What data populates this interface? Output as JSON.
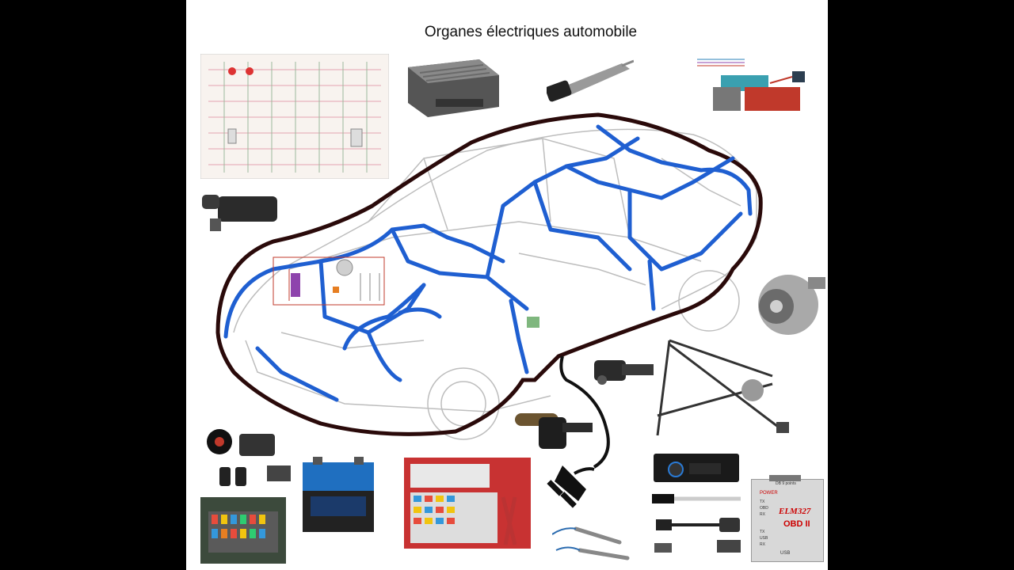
{
  "title": "Organes électriques automobile",
  "colors": {
    "wire": "#1f5fd1",
    "outline": "#2a0a0a",
    "car_lines": "#b8b8b8",
    "background": "#ffffff",
    "side_bars": "#000000"
  },
  "parts": [
    {
      "name": "wiring-schematic",
      "icon": "schematic"
    },
    {
      "name": "ecu-module",
      "icon": "ecu"
    },
    {
      "name": "injector",
      "icon": "injector"
    },
    {
      "name": "ignition-diagram",
      "icon": "diagram"
    },
    {
      "name": "pressure-sensor",
      "icon": "sensor"
    },
    {
      "name": "alternator",
      "icon": "alternator"
    },
    {
      "name": "cam-sensor",
      "icon": "sensor"
    },
    {
      "name": "window-regulator",
      "icon": "regulator"
    },
    {
      "name": "crank-sensor",
      "icon": "sensor"
    },
    {
      "name": "alarm-kit",
      "icon": "alarm"
    },
    {
      "name": "fuse-box",
      "icon": "fuses"
    },
    {
      "name": "battery",
      "icon": "battery"
    },
    {
      "name": "connector-kit",
      "icon": "toolbox"
    },
    {
      "name": "plug",
      "icon": "plug"
    },
    {
      "name": "lambda-probes",
      "icon": "probe"
    },
    {
      "name": "car-radio",
      "icon": "radio"
    },
    {
      "name": "obd-cables",
      "icon": "cable"
    },
    {
      "name": "obd-interface",
      "icon": "obd"
    }
  ],
  "obd_device": {
    "brand": "ELM327",
    "label": "OBD II",
    "power": "POWER",
    "leds": [
      "TX",
      "OBD",
      "RX",
      "TX",
      "USB",
      "RX"
    ],
    "usb": "USB",
    "top": "DB 9 points"
  }
}
